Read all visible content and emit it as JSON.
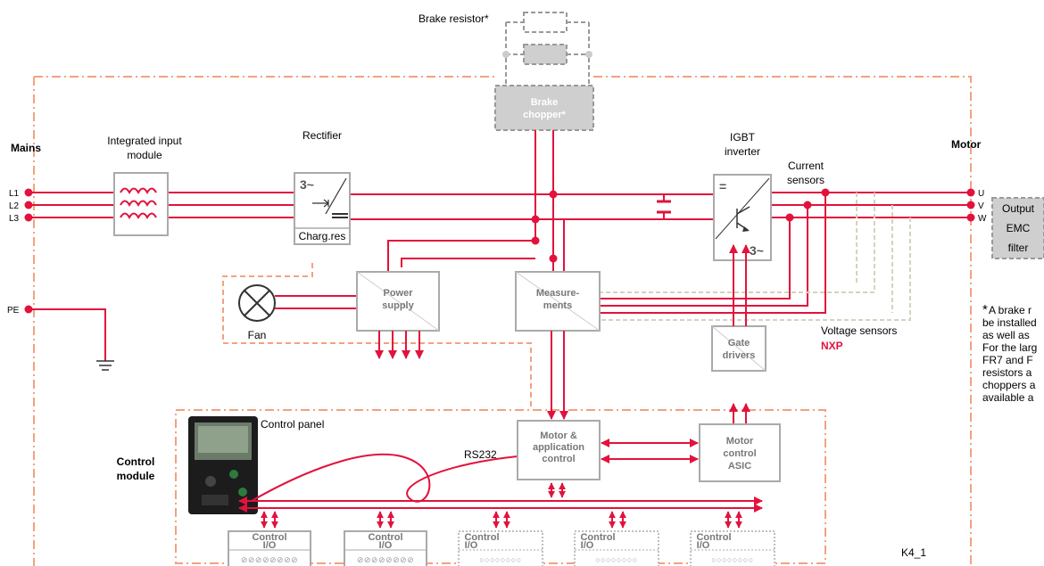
{
  "labels": {
    "brake_resistor": "Brake resistor*",
    "brake_chopper_1": "Brake",
    "brake_chopper_2": "chopper*",
    "mains": "Mains",
    "motor": "Motor",
    "integrated_input_1": "Integrated input",
    "integrated_input_2": "module",
    "rectifier": "Rectifier",
    "igbt_1": "IGBT",
    "igbt_2": "inverter",
    "current_sensors_1": "Current",
    "current_sensors_2": "sensors",
    "output_emc_1": "Output",
    "output_emc_2": "EMC",
    "output_emc_3": "filter",
    "l1": "L1",
    "l2": "L2",
    "l3": "L3",
    "pe": "PE",
    "u": "U",
    "v": "V",
    "w": "W",
    "charg_res": "Charg.res",
    "rect_symbol": "3~",
    "inv_plus": "=",
    "inv_symbol": "3~",
    "fan": "Fan",
    "power_supply_1": "Power",
    "power_supply_2": "supply",
    "measurements_1": "Measure-",
    "measurements_2": "ments",
    "gate_drivers_1": "Gate",
    "gate_drivers_2": "drivers",
    "voltage_sensors": "Voltage sensors",
    "nxp": "NXP",
    "control_panel": "Control panel",
    "rs232": "RS232",
    "control_module_1": "Control",
    "control_module_2": "module",
    "motor_app_1": "Motor &",
    "motor_app_2": "application",
    "motor_app_3": "control",
    "motor_asic_1": "Motor",
    "motor_asic_2": "control",
    "motor_asic_3": "ASIC",
    "control_io_1": "Control",
    "control_io_2": "I/O",
    "io_terminals_solid": "⊘⊘⊘⊘⊘⊘⊘⊘",
    "io_terminals_dotted": "○○○○○○○○",
    "figure_id": "K4_1",
    "note_star": "*",
    "note_lines": [
      "A brake r",
      "be installed",
      "as well as",
      "For the larg",
      "FR7 and F",
      "resistors a",
      "choppers a",
      "available a"
    ]
  },
  "colors": {
    "red": "#e2123d",
    "dash_orange": "#f2a27e",
    "gray_box": "#cfcfcf",
    "dash_gray": "#999999",
    "sensor_dash": "#d6d2bd"
  }
}
